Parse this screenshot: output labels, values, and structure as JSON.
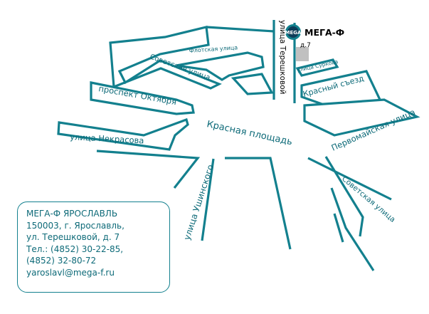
{
  "streets": {
    "flotskaya": "Флотская улица",
    "sovetskaya_top": "Советская улица",
    "prospekt_oktyabrya": "проспект Октября",
    "nekrasova": "улица Некрасова",
    "krasnaya_ploshchad": "Красная площадь",
    "ushinskogo": "улица Ушинского",
    "tereshkovoy": "улица Терешковой",
    "surkova": "улица Суркова",
    "krasny_sezd": "Красный съезд",
    "pervomayskaya": "Первомайская улица",
    "sovetskaya_bottom": "Советская улица"
  },
  "marker": {
    "logo_text": "MEGA",
    "brand": "МЕГА-Ф",
    "house": "д.7"
  },
  "info": {
    "lines": [
      "МЕГА-Ф ЯРОСЛАВЛЬ",
      "150003, г. Ярославль,",
      "ул. Терешковой, д. 7",
      "Тел.: (4852) 30-22-85,",
      "(4852) 32-80-72",
      "yaroslavl@mega-f.ru"
    ]
  },
  "colors": {
    "road": "#13808e",
    "text": "#0d6a78",
    "marker_building": "#c0c0c0"
  }
}
